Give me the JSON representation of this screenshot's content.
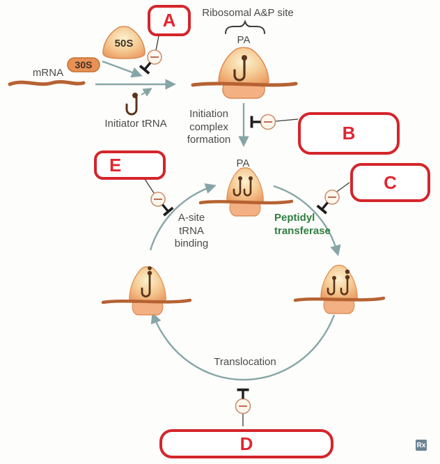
{
  "labels": {
    "mrna": "mRNA",
    "subunit_50s": "50S",
    "subunit_30s": "30S",
    "initiator_trna": "Initiator tRNA",
    "ribosomal_ap_site": "Ribosomal A&P site",
    "pa_initiation": "PA",
    "initiation_complex_formation": "Initiation\ncomplex\nformation",
    "pa_cycle": "PA",
    "a_site_trna_binding": "A-site\ntRNA\nbinding",
    "peptidyl_transferase": "Peptidyl\ntransferase",
    "translocation": "Translocation"
  },
  "answer_boxes": {
    "a": "A",
    "b": "B",
    "c": "C",
    "d": "D",
    "e": "E"
  },
  "watermark": "Rx",
  "icons": {
    "inhibition": "minus-in-circle-with-t-bar",
    "ribosome": "orange-dome-on-pill-base",
    "trna": "brown-hook",
    "mrna": "brown-strand",
    "ap_site_brace": "over-brace"
  },
  "colors": {
    "answer_box_red": "#d4252b",
    "answer_letter_red": "#e02730",
    "arrow_teal": "#86a5a7",
    "mrna_brown": "#b66232",
    "ribosome_orange": "#eb9d64",
    "ribosome_light": "#fcf2cf",
    "trna_brown": "#5a341c",
    "enzyme_green": "#2f7d3f",
    "inhibitor_circle_tan": "#cd8f6d",
    "watermark_bg": "#6b8494"
  }
}
